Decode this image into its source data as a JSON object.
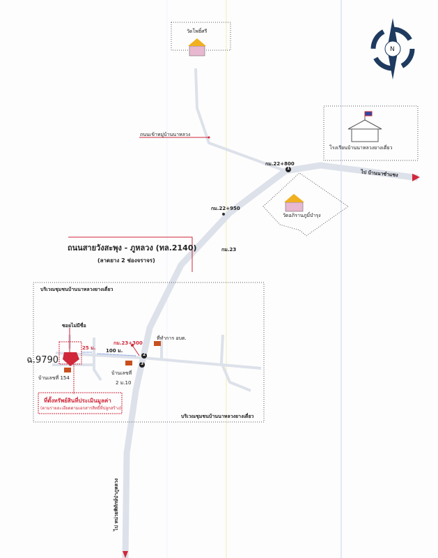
{
  "landmarks": {
    "temple_north": "วัดโพธิ์ศรี",
    "village_road": "ถนนเข้าหมู่บ้านนาหลวง",
    "school": "โรงเรียนบ้านนาหลวงยางเดี่ยว",
    "temple_east": "วัดอภิรานภูมิ์บำรุง",
    "office": "ที่ทำการ อบต.",
    "house_154": "บ้านเลขที่ 154",
    "house_2_line1": "บ้านเลขที่",
    "house_2_line2": "2 ม.10"
  },
  "road": {
    "name": "ถนนสายวังสะพุง - ภูหลวง (ทล.2140)",
    "surface": "(ลาดยาง 2 ช่องจราจร)",
    "to_east": "ไป บ้านนาซำแซง",
    "to_south": "ไป หน่วยพิทักษ์ป่าภูหลวง"
  },
  "km_markers": [
    "กม.22+800",
    "กม.22+950",
    "กม.23",
    "กม.23+300"
  ],
  "community": {
    "label_top": "บริเวณชุมชนบ้านนาหลวงยางเดี่ยว",
    "label_bottom": "บริเวณชุมชนบ้านนาหลวงยางเดี่ยว",
    "soi": "ซอยไม่มีชื่อ",
    "dist_25": "25 ม.",
    "dist_100": "100 ม.",
    "deed": "ฉ.9790"
  },
  "property": {
    "title": "ที่ตั้งทรัพย์สินที่ประเมินมูลค่า",
    "subtitle": "(ตามรายละเอียดตามเอกสารสิทธิ์ที่ปลูกสร้าง)"
  },
  "compass": {
    "label": "N"
  },
  "pins": [
    "1",
    "2",
    "3"
  ],
  "colors": {
    "road": "#dde1ea",
    "accent": "#d0283a",
    "compass": "#1e3a5f"
  }
}
